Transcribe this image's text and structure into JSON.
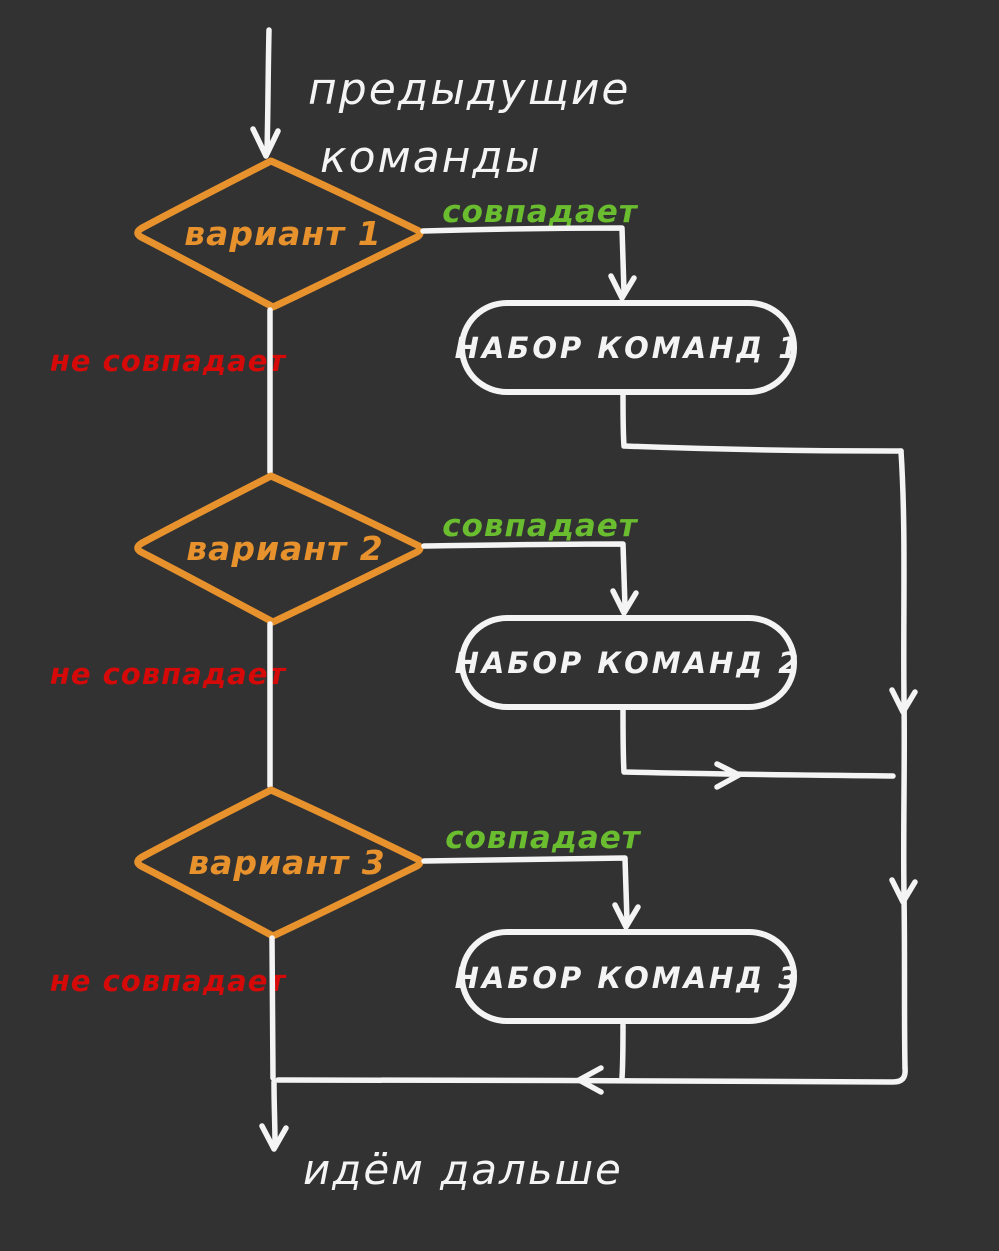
{
  "canvas": {
    "background": "#323232"
  },
  "palette": {
    "ink": "#f4f4f4",
    "decision": "#e8922e",
    "match": "#6abd2f",
    "no_match": "#d60909"
  },
  "start": {
    "line1": "предыдущие",
    "line2": "команды"
  },
  "rows": [
    {
      "decision": "вариант 1",
      "process": "НАБОР КОМАНД 1",
      "match": "совпадает",
      "no_match": "не совпадает"
    },
    {
      "decision": "вариант 2",
      "process": "НАБОР КОМАНД 2",
      "match": "совпадает",
      "no_match": "не совпадает"
    },
    {
      "decision": "вариант 3",
      "process": "НАБОР КОМАНД 3",
      "match": "совпадает",
      "no_match": "не совпадает"
    }
  ],
  "end": {
    "label": "идём дальше"
  }
}
